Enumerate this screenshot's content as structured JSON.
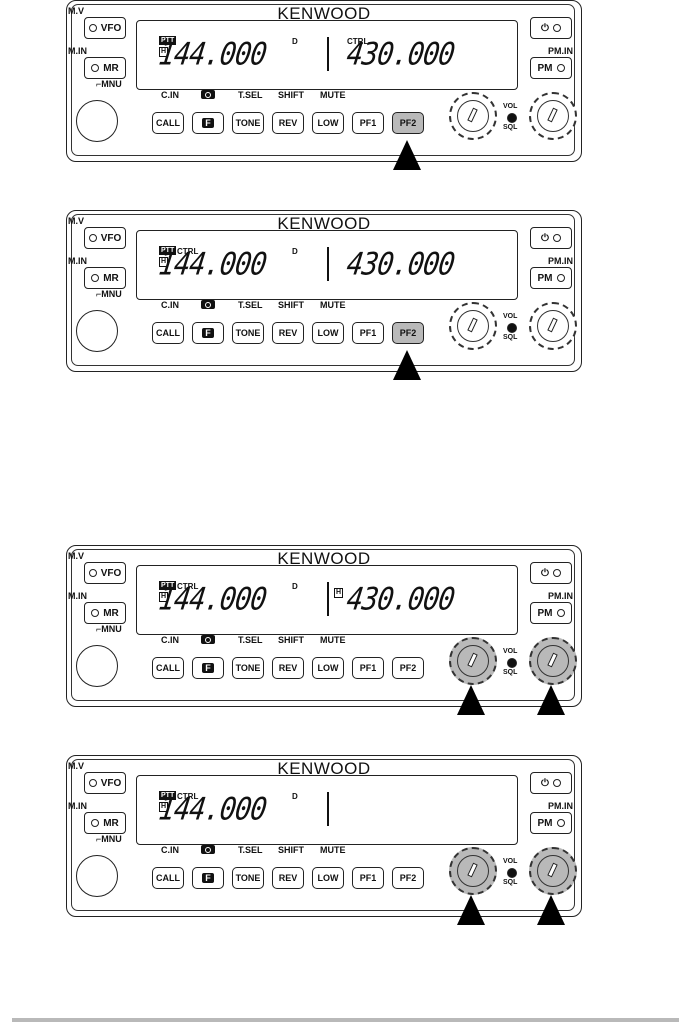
{
  "brand": "KENWOOD",
  "labels": {
    "mv": "M.V",
    "min": "M.IN",
    "mnu": "MNU",
    "pmin": "PM.IN",
    "cin": "C.IN",
    "tsel": "T.SEL",
    "shift": "SHIFT",
    "mute": "MUTE",
    "vol": "VOL",
    "sql": "SQL"
  },
  "buttons": {
    "vfo": "VFO",
    "mr": "MR",
    "pm": "PM",
    "power": "⏻",
    "call": "CALL",
    "f": "F",
    "tone": "TONE",
    "rev": "REV",
    "low": "LOW",
    "pf1": "PF1",
    "pf2": "PF2"
  },
  "panels": [
    {
      "left_freq": "144.000",
      "right_freq": "430.000",
      "ptt": "PTT",
      "h": "H",
      "d": "D",
      "ctrl_left": "",
      "ctrl_right": "CTRL",
      "right_h": false,
      "pf2_pressed": true,
      "dial_left_pressed": false,
      "dial_right_pressed": false
    },
    {
      "left_freq": "144.000",
      "right_freq": "430.000",
      "ptt": "PTT",
      "h": "H",
      "d": "D",
      "ctrl_left": "CTRL",
      "ctrl_right": "",
      "right_h": false,
      "pf2_pressed": true,
      "dial_left_pressed": false,
      "dial_right_pressed": false
    },
    {
      "left_freq": "144.000",
      "right_freq": "430.000",
      "ptt": "PTT",
      "h": "H",
      "d": "D",
      "ctrl_left": "CTRL",
      "ctrl_right": "",
      "right_h": true,
      "pf2_pressed": false,
      "dial_left_pressed": true,
      "dial_right_pressed": true
    },
    {
      "left_freq": "144.000",
      "right_freq": "",
      "ptt": "PTT",
      "h": "H",
      "d": "D",
      "ctrl_left": "CTRL",
      "ctrl_right": "",
      "right_h": false,
      "pf2_pressed": false,
      "dial_left_pressed": true,
      "dial_right_pressed": true
    }
  ],
  "colors": {
    "pressed": "#b9b9b9",
    "line": "#222222",
    "arrow": "#000000"
  }
}
